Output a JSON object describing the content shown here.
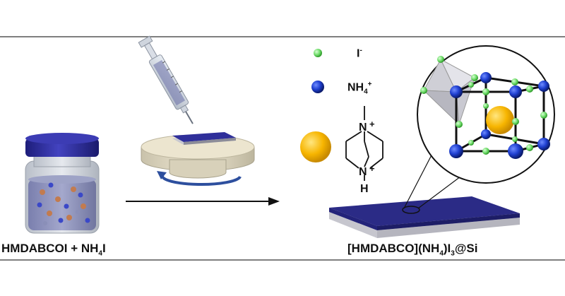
{
  "labels": {
    "precursor": "HMDABCOI + NH",
    "precursor_sub": "4",
    "precursor_end": "I",
    "product_a": "[HMDABCO](NH",
    "product_sub1": "4",
    "product_b": ")I",
    "product_sub2": "3",
    "product_c": "@Si"
  },
  "legend": {
    "iodide": "I",
    "iodide_sup": "-",
    "ammonium": "NH",
    "ammonium_sub": "4",
    "ammonium_sup": "+"
  },
  "molecule": {
    "n_top": "N",
    "n_bottom": "N",
    "h": "H",
    "charge_top": "+",
    "charge_bottom": "+"
  },
  "colors": {
    "iodide": "#7ee07a",
    "ammonium": "#1f3fd0",
    "cation_sphere": "#f7b500",
    "substrate_top": "#2a2a8a",
    "vial_cap": "#2d2d9a",
    "rule": "#555555"
  }
}
